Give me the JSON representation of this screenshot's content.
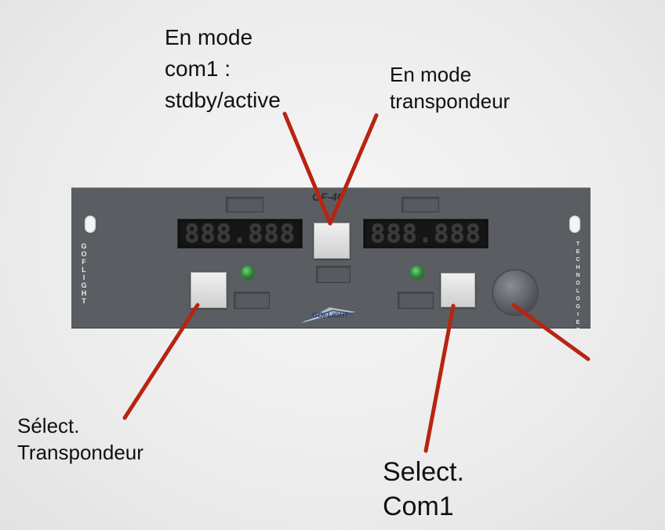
{
  "labels": {
    "com1_mode": [
      "En mode",
      "com1 :",
      "stdby/active"
    ],
    "xpdr_mode": [
      "En mode",
      "transpondeur"
    ],
    "select_xpdr": [
      "Sélect.",
      "Transpondeur"
    ],
    "select_com1": [
      "Select.",
      "Com1"
    ]
  },
  "panel": {
    "brand_left": "GOFLIGHT",
    "brand_right": "TECHNOLOGIES",
    "model": "GF-46",
    "logo": "GOFLIGHT",
    "display_left": "888.888",
    "display_right": "888.888"
  },
  "colors": {
    "leader": "#b82412",
    "panel": "#5a5d62",
    "led": "#2f8a3a"
  }
}
